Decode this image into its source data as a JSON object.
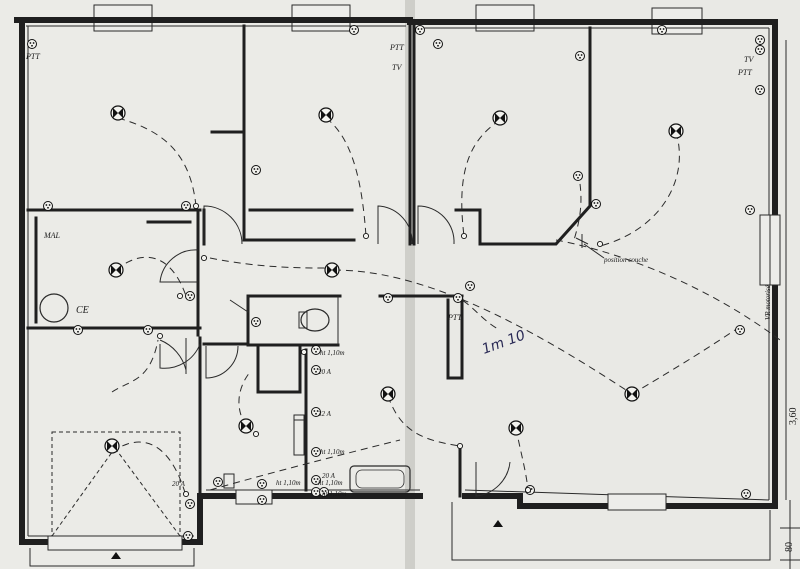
{
  "labels": {
    "ptt": "PTT",
    "tv": "TV",
    "mal": "MAL",
    "ce": "CE",
    "position_couche": "position couche",
    "vr_motorise": "VR motorisé",
    "ht_110m": "ht 1,10m",
    "a20": "20 A",
    "a32": "32 A",
    "handwritten": "1m 10",
    "dim_360": "3,60",
    "dim_80": "80"
  },
  "colors": {
    "paper": "#ececE8",
    "ink": "#1f1f1f",
    "background": "#d9d9d4"
  },
  "icons": {
    "ceiling_light": "circle-with-bowtie",
    "socket": "circle-with-three-dots",
    "switch": "small-circle"
  }
}
